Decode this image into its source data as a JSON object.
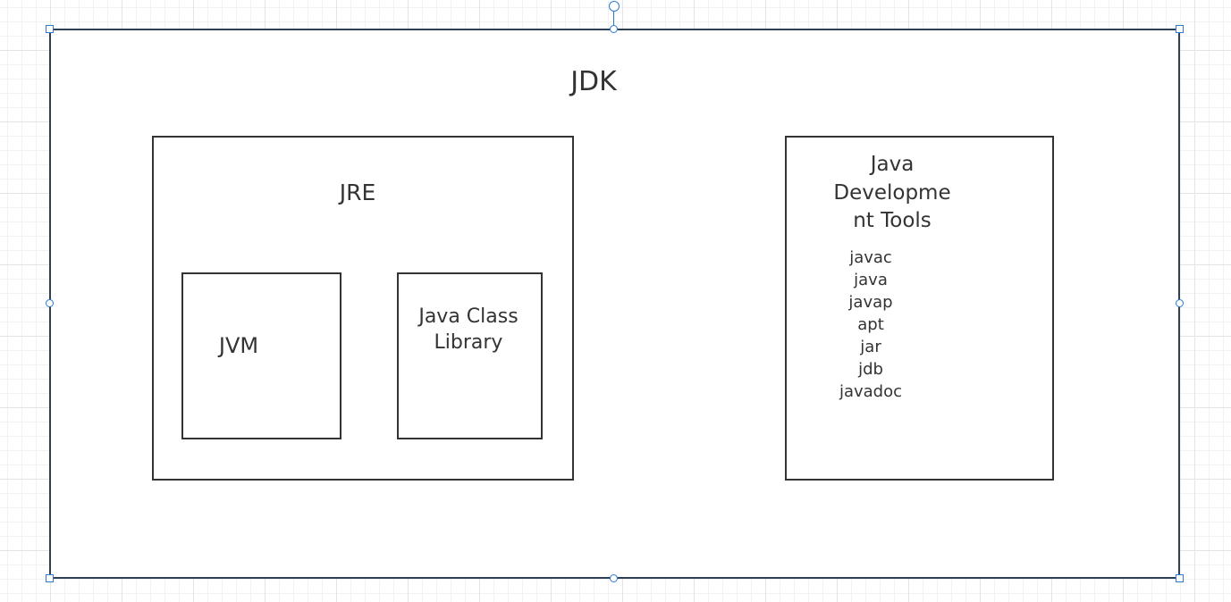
{
  "diagram": {
    "jdk": {
      "label": "JDK"
    },
    "jre": {
      "label": "JRE"
    },
    "jvm": {
      "label": "JVM"
    },
    "class_library": {
      "label": "Java Class\nLibrary"
    },
    "dev_tools": {
      "title": "Java\nDevelopme\nnt Tools",
      "tools": [
        "javac",
        "java",
        "javap",
        "apt",
        "jar",
        "jdb",
        "javadoc"
      ]
    }
  },
  "colors": {
    "selection": "#2b7bd0",
    "stroke": "#333333",
    "outer_stroke": "#2f4054"
  }
}
